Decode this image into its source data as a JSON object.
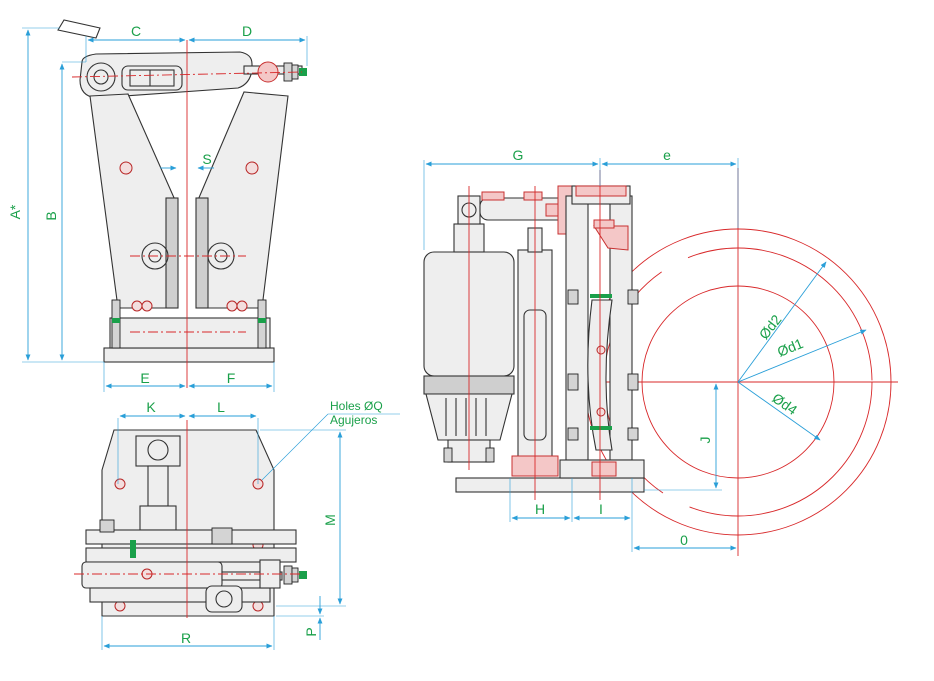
{
  "labels": {
    "A": "A*",
    "B": "B",
    "C": "C",
    "D": "D",
    "E": "E",
    "F": "F",
    "S": "S",
    "K": "K",
    "L": "L",
    "M": "M",
    "R": "R",
    "P": "P",
    "G": "G",
    "e": "e",
    "H": "H",
    "I": "I",
    "J": "J",
    "O": "0",
    "d1": "Ød1",
    "d2": "Ød2",
    "d4": "Ød4"
  },
  "holes_note": {
    "line1": "Holes  ØQ",
    "line2": "Agujeros"
  },
  "colors": {
    "dimension_text": "#1aa04a",
    "dimension_line": "#2a9fd8",
    "center_line": "#d8282a",
    "outline": "#333333"
  }
}
